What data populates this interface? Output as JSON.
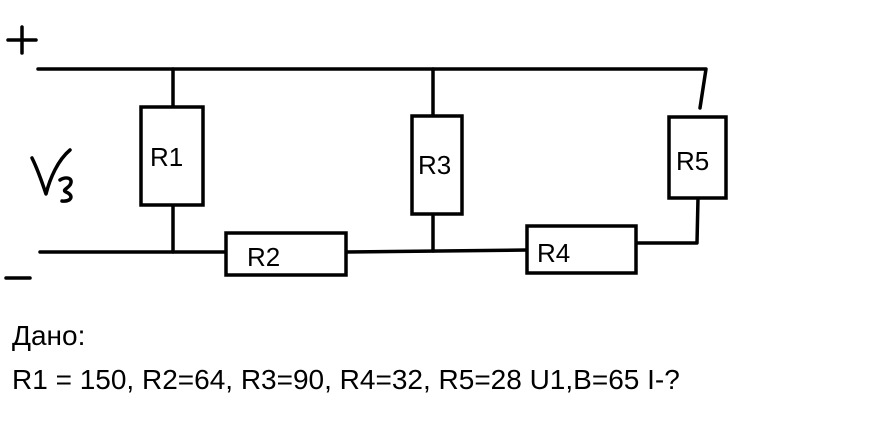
{
  "circuit": {
    "plus_sign": "+",
    "minus_sign": "-",
    "source_label_letter": "V",
    "source_label_subscript": "3",
    "resistors": [
      {
        "id": "R1",
        "label": "R1"
      },
      {
        "id": "R2",
        "label": "R2"
      },
      {
        "id": "R3",
        "label": "R3"
      },
      {
        "id": "R4",
        "label": "R4"
      },
      {
        "id": "R5",
        "label": "R5"
      }
    ]
  },
  "given": {
    "title": "Дано:",
    "values": "R1 = 150, R2=64, R3=90, R4=32, R5=28 U1,B=65 I-?"
  }
}
